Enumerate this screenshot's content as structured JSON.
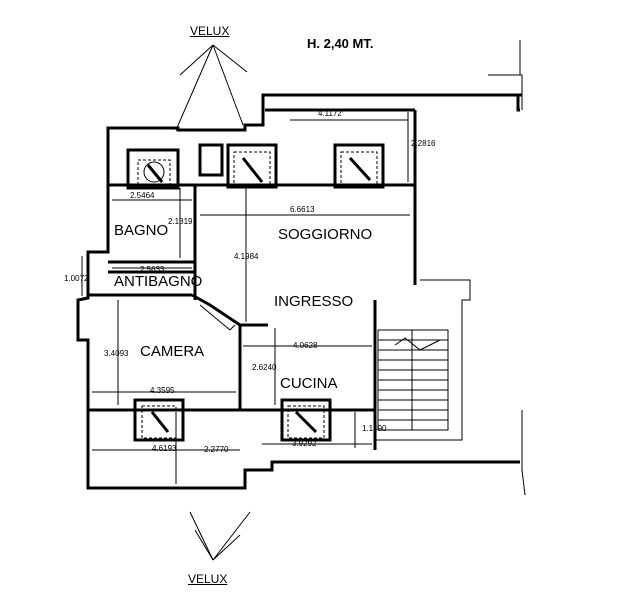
{
  "header": {
    "height_label": "H. 2,40 MT.",
    "velux_top": "VELUX",
    "velux_bottom": "VELUX"
  },
  "rooms": {
    "soggiorno": "SOGGIORNO",
    "bagno": "BAGNO",
    "antibagno": "ANTIBAGNO",
    "ingresso": "INGRESSO",
    "camera": "CAMERA",
    "cucina": "CUCINA"
  },
  "dimensions": {
    "d1": "4.1172",
    "d2": "2.2816",
    "d3": "2.5464",
    "d4": "2.1319",
    "d5": "6.6613",
    "d6": "4.1984",
    "d7": "2.5633",
    "d8": "1.0072",
    "d9": "4.0628",
    "d10": "3.4093",
    "d11": "2.6240",
    "d12": "4.3595",
    "d13": "4.6193",
    "d14": "2.2770",
    "d15": "3.9292",
    "d16": "1.1490"
  }
}
